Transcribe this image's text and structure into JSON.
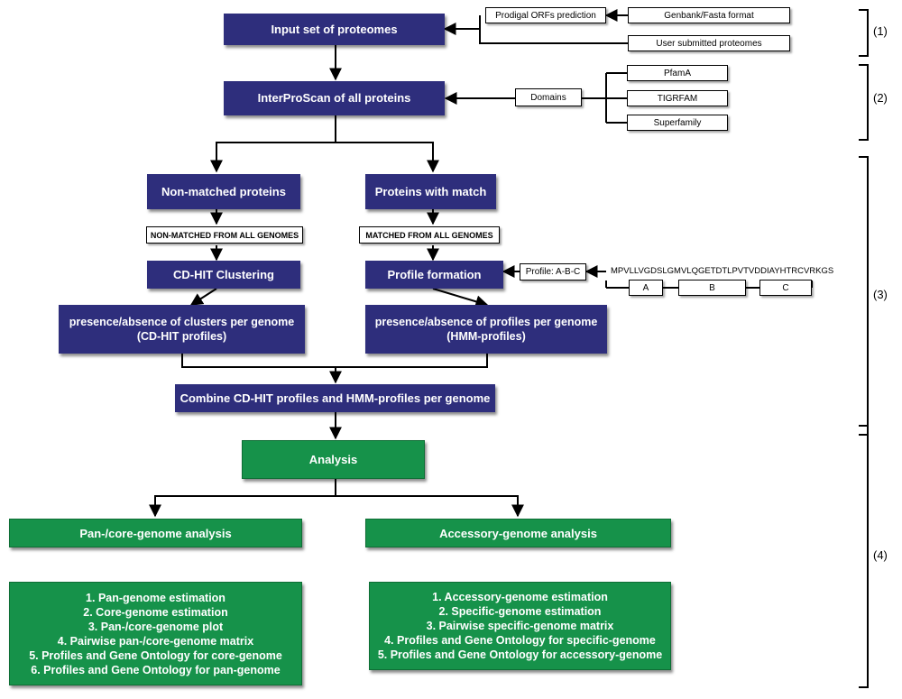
{
  "boxes": {
    "input_proteomes": "Input set of proteomes",
    "prodigal": "Prodigal ORFs prediction",
    "genbank": "Genbank/Fasta format",
    "user_submitted": "User submitted proteomes",
    "interproscan": "InterProScan of all proteins",
    "domains": "Domains",
    "pfama": "PfamA",
    "tigrfam": "TIGRFAM",
    "superfamily": "Superfamily",
    "non_matched": "Non-matched proteins",
    "with_match": "Proteins with match",
    "non_matched_all": "NON-MATCHED FROM ALL GENOMES",
    "matched_all": "MATCHED FROM ALL GENOMES",
    "cdhit": "CD-HIT Clustering",
    "profile_formation": "Profile formation",
    "profile_abc": "Profile: A-B-C",
    "sequence": "MPVLLVGDSLGMVLQGETDTLPVTVDDIAYHTRCVRKGS",
    "seg_a": "A",
    "seg_b": "B",
    "seg_c": "C",
    "presence_clusters_1": "presence/absence of clusters per genome",
    "presence_clusters_2": "(CD-HIT profiles)",
    "presence_profiles_1": "presence/absence of profiles per genome",
    "presence_profiles_2": "(HMM-profiles)",
    "combine": "Combine CD-HIT profiles and HMM-profiles per genome",
    "analysis": "Analysis",
    "pan_core": "Pan-/core-genome analysis",
    "accessory": "Accessory-genome analysis"
  },
  "pan_list": [
    "1. Pan-genome estimation",
    "2. Core-genome estimation",
    "3. Pan-/core-genome plot",
    "4. Pairwise pan-/core-genome matrix",
    "5. Profiles and Gene Ontology for core-genome",
    "6. Profiles and Gene Ontology for pan-genome"
  ],
  "acc_list": [
    "1. Accessory-genome estimation",
    "2. Specific-genome estimation",
    "3. Pairwise specific-genome matrix",
    "4. Profiles and Gene Ontology for specific-genome",
    "5. Profiles and Gene Ontology for accessory-genome"
  ],
  "phases": [
    "(1)",
    "(2)",
    "(3)",
    "(4)"
  ]
}
